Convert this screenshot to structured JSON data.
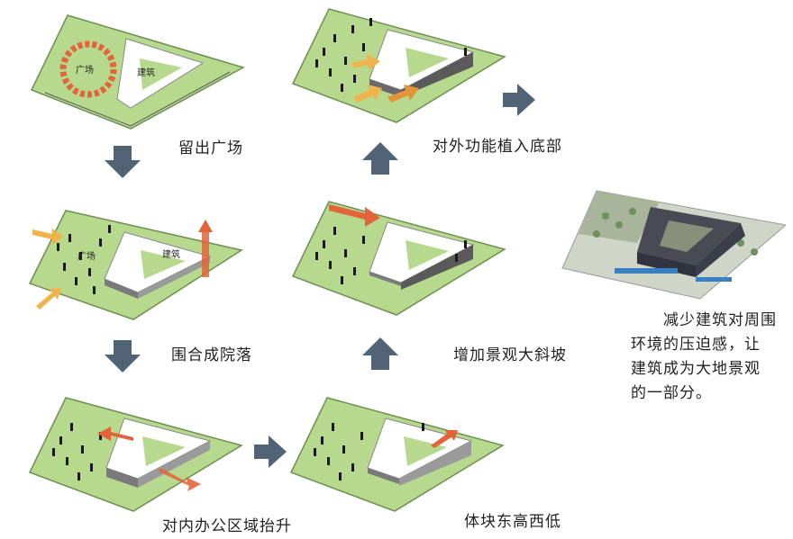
{
  "steps": {
    "step1": {
      "label": "留出广场",
      "plaza": "广场",
      "building": "建筑"
    },
    "step2": {
      "label": "围合成院落",
      "plaza": "广场",
      "building": "建筑"
    },
    "step3": {
      "label": "对内办公区域抬升"
    },
    "step4": {
      "label": "体块东高西低"
    },
    "step5": {
      "label": "增加景观大斜坡"
    },
    "step6": {
      "label": "对外功能植入底部"
    }
  },
  "description": [
    "减少建筑对周围",
    "环境的压迫感，让",
    "建筑成为大地景观",
    "的一部分。"
  ],
  "colors": {
    "ground": "#b6d98e",
    "ground_edge": "#6d8f52",
    "building": "#ffffff",
    "building_side": "#7a7a7a",
    "arrow_blue": "#506476",
    "flow_orange": "#e2643a",
    "flow_yellow": "#f0b24a",
    "people": "#1a1a1a"
  },
  "icons": [
    "arrow-down-icon",
    "arrow-up-icon",
    "arrow-right-icon",
    "people-icon",
    "flow-arrow-icon"
  ]
}
